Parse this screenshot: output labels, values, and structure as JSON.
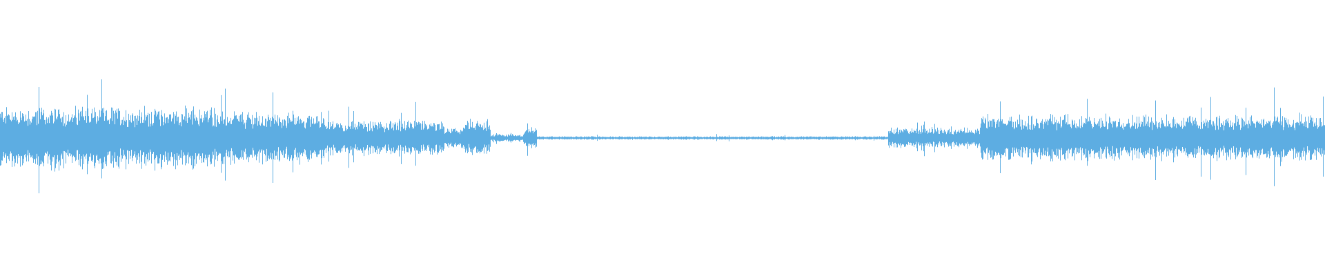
{
  "waveform": {
    "color": "#5dade2",
    "background": "#ffffff",
    "envelope_description_segments": [
      {
        "from": 0.0,
        "to": 0.165,
        "level": 0.55
      },
      {
        "from": 0.165,
        "to": 0.245,
        "level": 0.46
      },
      {
        "from": 0.245,
        "to": 0.335,
        "level": 0.3
      },
      {
        "from": 0.335,
        "to": 0.35,
        "level": 0.18
      },
      {
        "from": 0.35,
        "to": 0.37,
        "level": 0.32
      },
      {
        "from": 0.37,
        "to": 0.395,
        "level": 0.07
      },
      {
        "from": 0.395,
        "to": 0.405,
        "level": 0.2
      },
      {
        "from": 0.405,
        "to": 0.67,
        "level": 0.03
      },
      {
        "from": 0.67,
        "to": 0.74,
        "level": 0.18
      },
      {
        "from": 0.74,
        "to": 1.0,
        "level": 0.4
      }
    ]
  }
}
